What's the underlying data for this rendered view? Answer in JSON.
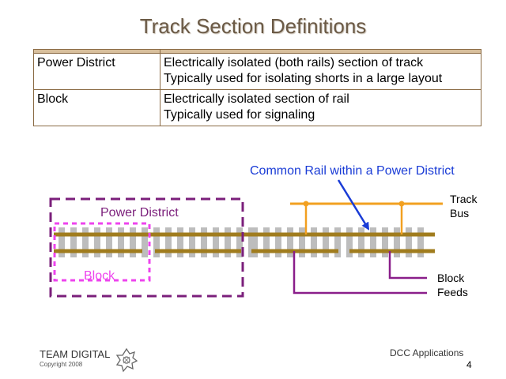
{
  "slide": {
    "title": "Track Section Definitions",
    "page_number": "4",
    "footer_title": "DCC Applications",
    "brand": "TEAM DIGITAL",
    "copyright": "Copyright 2008"
  },
  "definitions": [
    {
      "term": "Power District",
      "lines": [
        "Electrically isolated (both rails) section of track",
        "Typically used for isolating shorts in a large layout"
      ]
    },
    {
      "term": "Block",
      "lines": [
        "Electrically isolated section of rail",
        "Typically used for signaling"
      ]
    }
  ],
  "diagram": {
    "labels": {
      "power_district": "Power District",
      "block": "Block",
      "common_rail": "Common Rail within a Power District",
      "track_bus_1": "Track",
      "track_bus_2": "Bus",
      "block_feeds_1": "Block",
      "block_feeds_2": "Feeds"
    },
    "colors": {
      "rail": "#a07c1e",
      "tie": "#bdbdbd",
      "power_district": "#7b1f7b",
      "block": "#ee44ee",
      "common_rail_label": "#1a3cd6",
      "track_bus": "#f2a020",
      "block_feed": "#8a1e8a"
    }
  }
}
